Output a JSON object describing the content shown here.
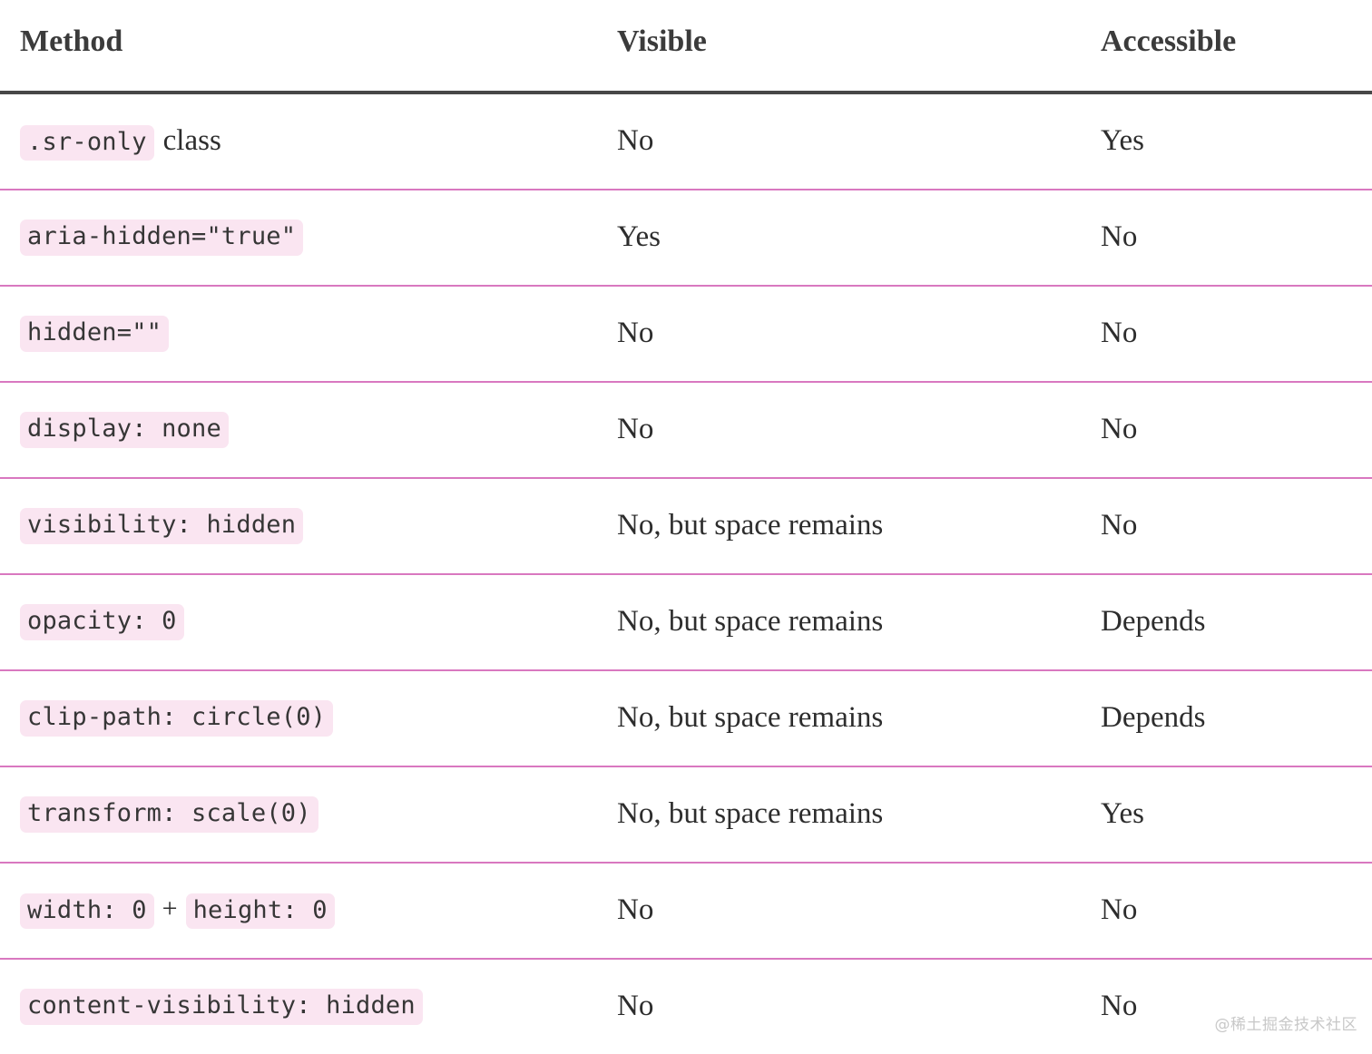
{
  "table": {
    "columns": [
      {
        "key": "method",
        "label": "Method"
      },
      {
        "key": "visible",
        "label": "Visible"
      },
      {
        "key": "accessible",
        "label": "Accessible"
      }
    ],
    "rows": [
      {
        "method_parts": [
          {
            "type": "code",
            "text": ".sr-only"
          },
          {
            "type": "text",
            "text": "class"
          }
        ],
        "method_plain": ".sr-only class",
        "visible": "No",
        "accessible": "Yes"
      },
      {
        "method_parts": [
          {
            "type": "code",
            "text": "aria-hidden=\"true\""
          }
        ],
        "method_plain": "aria-hidden=\"true\"",
        "visible": "Yes",
        "accessible": "No"
      },
      {
        "method_parts": [
          {
            "type": "code",
            "text": "hidden=\"\""
          }
        ],
        "method_plain": "hidden=\"\"",
        "visible": "No",
        "accessible": "No"
      },
      {
        "method_parts": [
          {
            "type": "code",
            "text": "display: none"
          }
        ],
        "method_plain": "display: none",
        "visible": "No",
        "accessible": "No"
      },
      {
        "method_parts": [
          {
            "type": "code",
            "text": "visibility: hidden"
          }
        ],
        "method_plain": "visibility: hidden",
        "visible": "No, but space remains",
        "accessible": "No"
      },
      {
        "method_parts": [
          {
            "type": "code",
            "text": "opacity: 0"
          }
        ],
        "method_plain": "opacity: 0",
        "visible": "No, but space remains",
        "accessible": "Depends"
      },
      {
        "method_parts": [
          {
            "type": "code",
            "text": "clip-path: circle(0)"
          }
        ],
        "method_plain": "clip-path: circle(0)",
        "visible": "No, but space remains",
        "accessible": "Depends"
      },
      {
        "method_parts": [
          {
            "type": "code",
            "text": "transform: scale(0)"
          }
        ],
        "method_plain": "transform: scale(0)",
        "visible": "No, but space remains",
        "accessible": "Yes"
      },
      {
        "method_parts": [
          {
            "type": "code",
            "text": "width: 0"
          },
          {
            "type": "plus",
            "text": "+"
          },
          {
            "type": "code",
            "text": "height: 0"
          }
        ],
        "method_plain": "width: 0 + height: 0",
        "visible": "No",
        "accessible": "No"
      },
      {
        "method_parts": [
          {
            "type": "code",
            "text": "content-visibility: hidden"
          }
        ],
        "method_plain": "content-visibility: hidden",
        "visible": "No",
        "accessible": "No"
      }
    ]
  },
  "watermark": {
    "text": "@稀土掘金技术社区"
  },
  "colors": {
    "header_rule": "#474747",
    "row_rule": "#d978c0",
    "code_background": "#fae5f1",
    "code_text": "#363636",
    "body_text": "#2d2d2d",
    "watermark_text": "#c8c8c8",
    "page_background": "#ffffff"
  }
}
